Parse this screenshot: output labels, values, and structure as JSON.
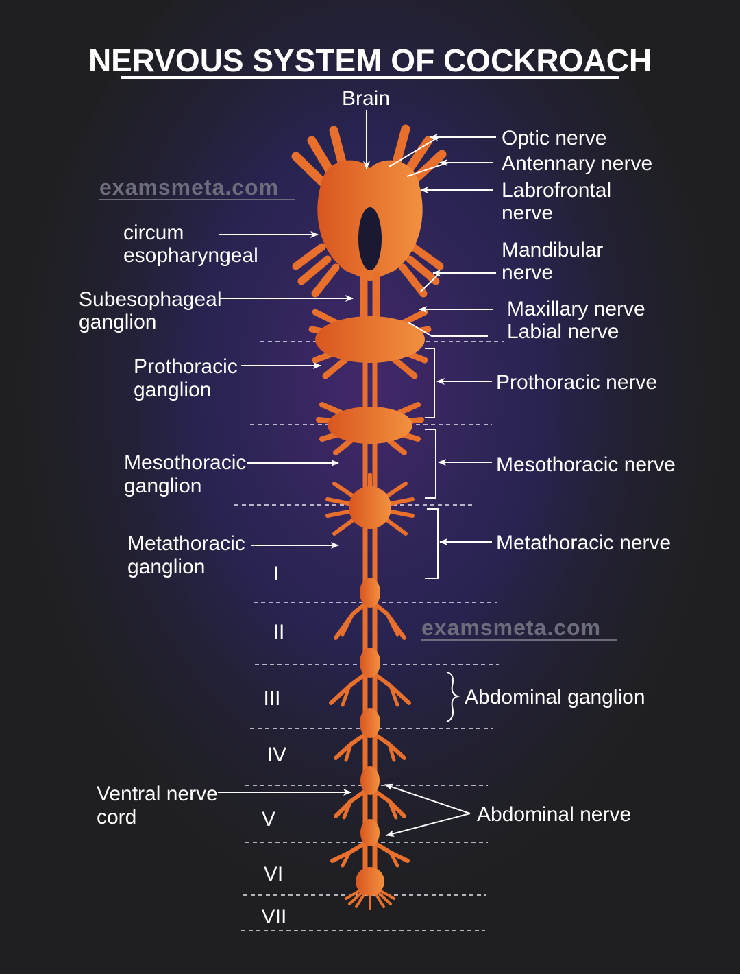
{
  "title": "NERVOUS SYSTEM OF COCKROACH",
  "watermarks": [
    "examsmeta.com",
    "examsmeta.com"
  ],
  "labels": {
    "brain": "Brain",
    "optic_nerve": "Optic nerve",
    "antennary_nerve": "Antennary nerve",
    "labrofrontal_1": "Labrofrontal",
    "labrofrontal_2": "nerve",
    "circum_1": "circum",
    "circum_2": "esopharyngeal",
    "mandibular_1": "Mandibular",
    "mandibular_2": "nerve",
    "subesophageal_1": "Subesophageal",
    "subesophageal_2": "ganglion",
    "maxillary_nerve": "Maxillary nerve",
    "labial_nerve": "Labial nerve",
    "prothoracic_ganglion_1": "Prothoracic",
    "prothoracic_ganglion_2": "ganglion",
    "prothoracic_nerve": "Prothoracic nerve",
    "mesothoracic_ganglion_1": "Mesothoracic",
    "mesothoracic_ganglion_2": "ganglion",
    "mesothoracic_nerve": "Mesothoracic nerve",
    "metathoracic_ganglion_1": "Metathoracic",
    "metathoracic_ganglion_2": "ganglion",
    "metathoracic_nerve": "Metathoracic nerve",
    "abdominal_ganglion": "Abdominal ganglion",
    "ventral_1": "Ventral nerve",
    "ventral_2": "cord",
    "abdominal_nerve": "Abdominal nerve"
  },
  "segments": [
    "I",
    "II",
    "III",
    "IV",
    "V",
    "VI",
    "VII"
  ],
  "colors": {
    "background": "#1f1f21",
    "glow": "#3a2a7a",
    "nerve_dark": "#d9561f",
    "nerve_light": "#f2913f",
    "text": "#ffffff"
  }
}
